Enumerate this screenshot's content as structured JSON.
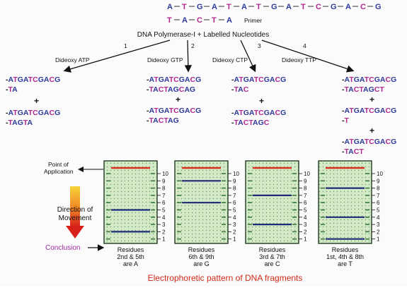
{
  "template_strand": [
    "A",
    "T",
    "G",
    "A",
    "T",
    "A",
    "T",
    "G",
    "A",
    "T",
    "C",
    "G",
    "A",
    "C",
    "G"
  ],
  "primer_strand": [
    "T",
    "A",
    "C",
    "T",
    "A"
  ],
  "primer_label": "Primer",
  "enzyme_label": "DNA Polymerase-I + Labelled Nucleotides",
  "branches": [
    {
      "num": "1",
      "label": "Dideoxy ATP"
    },
    {
      "num": "2",
      "label": "Dideoxy GTP"
    },
    {
      "num": "3",
      "label": "Dideoxy CTP"
    },
    {
      "num": "4",
      "label": "Dideoxy TTP"
    }
  ],
  "products": {
    "a": {
      "top": "-ATGATCGACG",
      "bottom_1": "-TA",
      "plus": "+",
      "top_2": "-ATGATCGACG",
      "bottom_2": "-TAGTA"
    },
    "g": {
      "top": "-ATGATCGACG",
      "bottom_1": "-TACTAGCAG",
      "plus": "+",
      "top_2": "-ATGATCGACG",
      "bottom_2": "-TACTAG"
    },
    "c": {
      "top": "-ATGATCGACG",
      "bottom_1": "-TAC",
      "plus": "+",
      "top_2": "-ATGATCGACG",
      "bottom_2": "-TACTAGC"
    },
    "t": {
      "top": "-ATGATCGACG",
      "bottom_1": "-TACTAGCT",
      "plus": "+",
      "top_2": "-ATGATCGACG",
      "bottom_2": "-T",
      "plus_2": "+",
      "top_3": "-ATGATCGACG",
      "bottom_3": "-TACT"
    }
  },
  "point_of_application": [
    "Point of",
    "Application"
  ],
  "direction_label": [
    "Direction of",
    "Movement"
  ],
  "conclusion_label": "Conclusion",
  "lane_numbers": [
    "10",
    "9",
    "8",
    "7",
    "6",
    "5",
    "4",
    "3",
    "2",
    "1"
  ],
  "gels": [
    {
      "bands": [
        5,
        2
      ],
      "residues_1": "Residues",
      "residues_2": "2nd & 5th",
      "residues_3": "are A"
    },
    {
      "bands": [
        9,
        6
      ],
      "residues_1": "Residues",
      "residues_2": "6th & 9th",
      "residues_3": "are G"
    },
    {
      "bands": [
        7,
        3
      ],
      "residues_1": "Residues",
      "residues_2": "3rd & 7th",
      "residues_3": "are C"
    },
    {
      "bands": [
        8,
        4,
        1
      ],
      "residues_1": "Residues",
      "residues_2": "1st, 4th & 8th",
      "residues_3": "are T"
    }
  ],
  "footer_caption": "Electrophoretic pattern of DNA fragments",
  "colors": {
    "purine_blue": "#2e3a9a",
    "pyrimidine_magenta": "#b0278f",
    "band_blue": "#1e2a78",
    "band_red": "#d8331f",
    "caption_red": "#d02a1a",
    "conclusion_purple": "#9b2ca0"
  }
}
